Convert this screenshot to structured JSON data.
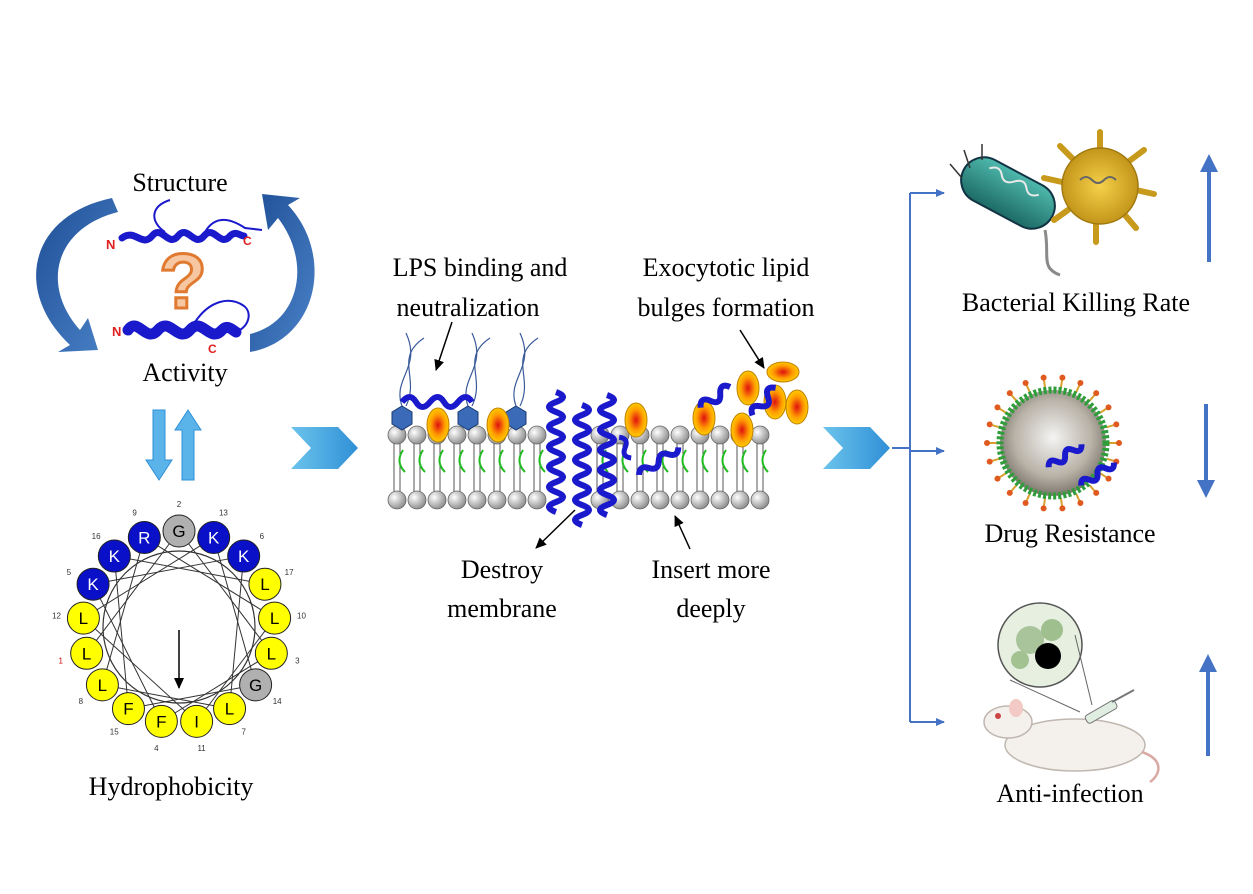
{
  "colors": {
    "blue_arrow": "#3a8fd8",
    "thin_arrow": "#4472c4",
    "helix_blue": "#1a1acc",
    "residue_blue": "#0a10c8",
    "residue_yellow": "#ffff00",
    "residue_gray": "#b0b0b0"
  },
  "left": {
    "structure_label": "Structure",
    "activity_label": "Activity",
    "question_mark": "?",
    "n_label_top": "N",
    "c_label_top": "C",
    "n_label_bottom": "N",
    "c_label_bottom": "C",
    "hydrophobicity_label": "Hydrophobicity",
    "wheel": [
      {
        "letter": "G",
        "num": "2",
        "kind": "gray"
      },
      {
        "letter": "K",
        "num": "13",
        "kind": "blue"
      },
      {
        "letter": "K",
        "num": "6",
        "kind": "blue"
      },
      {
        "letter": "L",
        "num": "17",
        "kind": "yellow"
      },
      {
        "letter": "L",
        "num": "10",
        "kind": "yellow"
      },
      {
        "letter": "L",
        "num": "3",
        "kind": "yellow"
      },
      {
        "letter": "G",
        "num": "14",
        "kind": "gray"
      },
      {
        "letter": "L",
        "num": "7",
        "kind": "yellow"
      },
      {
        "letter": "I",
        "num": "11",
        "kind": "yellow"
      },
      {
        "letter": "F",
        "num": "4",
        "kind": "yellow"
      },
      {
        "letter": "F",
        "num": "15",
        "kind": "yellow"
      },
      {
        "letter": "L",
        "num": "8",
        "kind": "yellow"
      },
      {
        "letter": "L",
        "num": "1",
        "kind": "yellow"
      },
      {
        "letter": "L",
        "num": "12",
        "kind": "yellow"
      },
      {
        "letter": "K",
        "num": "5",
        "kind": "blue"
      },
      {
        "letter": "K",
        "num": "16",
        "kind": "blue"
      },
      {
        "letter": "R",
        "num": "9",
        "kind": "blue"
      }
    ]
  },
  "middle": {
    "lps_line1": "LPS binding and",
    "lps_line2": "neutralization",
    "exo_line1": "Exocytotic lipid",
    "exo_line2": "bulges formation",
    "destroy_line1": "Destroy",
    "destroy_line2": "membrane",
    "insert_line1": "Insert more",
    "insert_line2": "deeply"
  },
  "right": {
    "killing_label": "Bacterial Killing Rate",
    "resistance_label": "Drug Resistance",
    "infection_label": "Anti-infection"
  }
}
